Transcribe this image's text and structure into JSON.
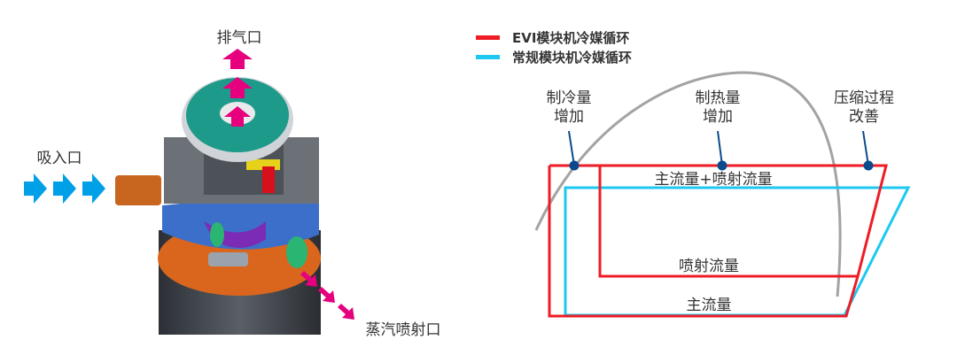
{
  "compressor": {
    "discharge_label": "排气口",
    "suction_label": "吸入口",
    "injection_label": "蒸汽喷射口"
  },
  "legend": {
    "items": [
      {
        "label": "EVI模块机冷媒循环",
        "color": "#ee1c25"
      },
      {
        "label": "常规模块机冷媒循环",
        "color": "#1ec8f0"
      }
    ]
  },
  "ph_diagram": {
    "annotations": [
      {
        "line1": "制冷量",
        "line2": "增加"
      },
      {
        "line1": "制热量",
        "line2": "增加"
      },
      {
        "line1": "压缩过程",
        "line2": "改善"
      }
    ],
    "flow_top": "主流量+喷射流量",
    "flow_injection": "喷射流量",
    "flow_main": "主流量"
  },
  "colors": {
    "arrow_out": "#e6007e",
    "arrow_in": "#00a0e9",
    "marker": "#0b4a8c"
  }
}
